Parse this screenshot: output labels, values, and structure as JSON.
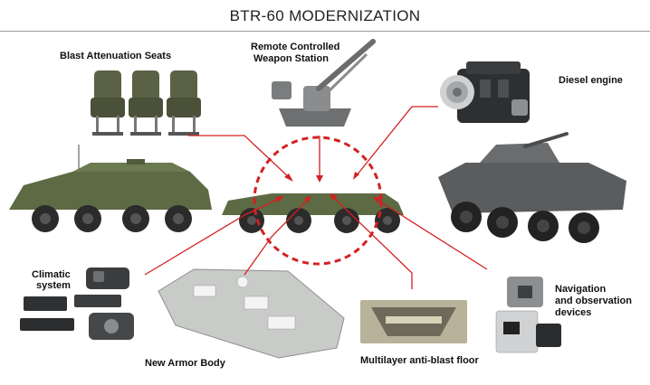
{
  "title": "BTR-60 MODERNIZATION",
  "labels": {
    "seats": "Blast Attenuation Seats",
    "rcws_1": "Remote Controlled",
    "rcws_2": "Weapon Station",
    "engine": "Diesel engine",
    "climatic_1": "Climatic",
    "climatic_2": "system",
    "armor": "New Armor Body",
    "floor": "Multilayer anti-blast floor",
    "nav_1": "Navigation",
    "nav_2": "and observation",
    "nav_3": "devices"
  },
  "colors": {
    "arrow": "#d42020",
    "vehicle_green": "#5d6b44",
    "modern_grey": "#5a5c5e",
    "body_grey": "#c9cbc9"
  }
}
